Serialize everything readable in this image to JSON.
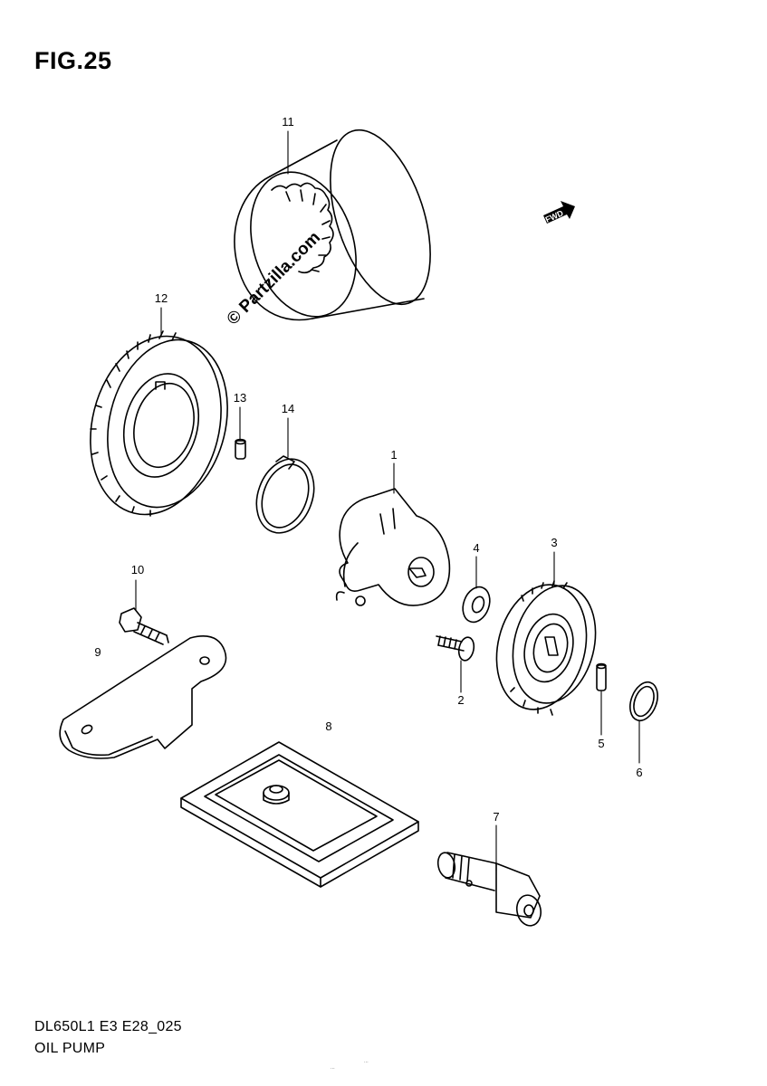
{
  "figure": {
    "title": "FIG.25",
    "model_code": "DL650L1 E3 E28_025",
    "section_name": "OIL PUMP",
    "fine_print_1": "...",
    "fine_print_2": "..."
  },
  "watermark": {
    "text": "© Partzilla.com"
  },
  "direction_indicator": {
    "label": "FWD"
  },
  "callouts": [
    {
      "id": "1",
      "part": "pump-body"
    },
    {
      "id": "2",
      "part": "screw"
    },
    {
      "id": "3",
      "part": "driven-gear"
    },
    {
      "id": "4",
      "part": "washer"
    },
    {
      "id": "5",
      "part": "pin"
    },
    {
      "id": "6",
      "part": "circlip"
    },
    {
      "id": "7",
      "part": "union-bolt"
    },
    {
      "id": "8",
      "part": "strainer"
    },
    {
      "id": "9",
      "part": "bracket"
    },
    {
      "id": "10",
      "part": "bolt"
    },
    {
      "id": "11",
      "part": "oil-filter"
    },
    {
      "id": "12",
      "part": "drive-gear"
    },
    {
      "id": "13",
      "part": "pin"
    },
    {
      "id": "14",
      "part": "circlip"
    }
  ]
}
